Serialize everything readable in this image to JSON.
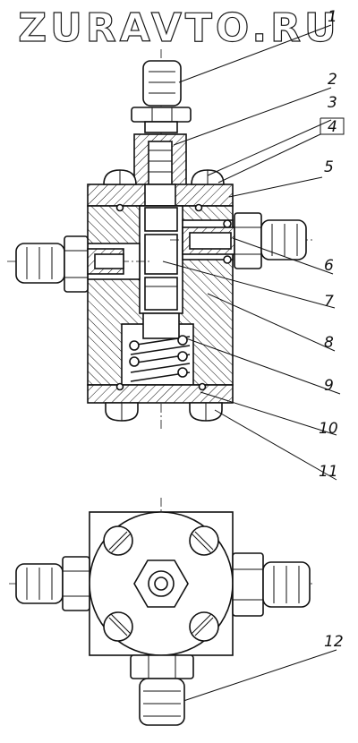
{
  "watermark": "ZURAVTO.RU",
  "callouts": {
    "c1": "1",
    "c2": "2",
    "c3": "3",
    "c4": "4",
    "c5": "5",
    "c6": "6",
    "c7": "7",
    "c8": "8",
    "c9": "9",
    "c10": "10",
    "c11": "11",
    "c12": "12"
  }
}
